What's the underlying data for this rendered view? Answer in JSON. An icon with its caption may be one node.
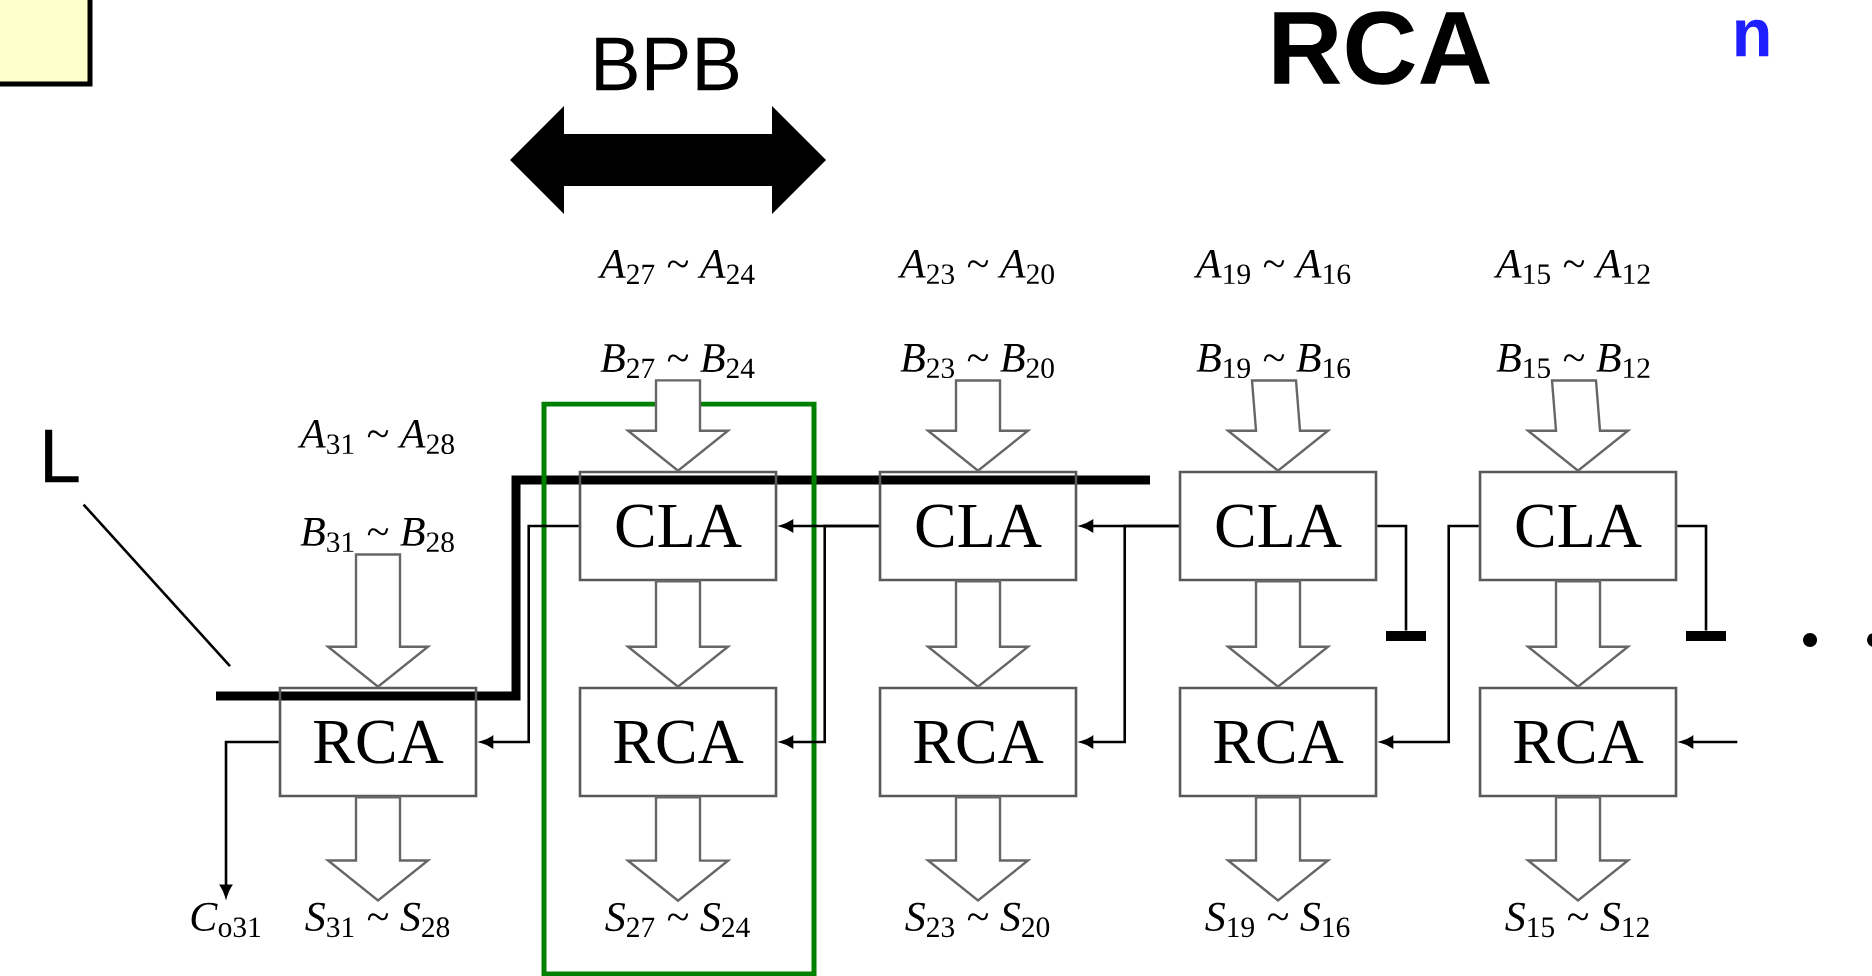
{
  "diagram": {
    "nodes": [
      {
        "text": [],
        "shape": "box"
      },
      {
        "text": [
          "*A*$_{31}$ ~ *A*$_{28}$",
          "*B*$_{31}$ ~ *B*$_{28}$"
        ]
      },
      {
        "text": [
          "*A*$_{27}$ ~ *A*$_{24}$",
          "*B*$_{27}$ ~ *B*$_{24}$"
        ]
      },
      {
        "text": [
          "*A*$_{23}$ ~ *A*$_{20}$",
          "*B*$_{23}$ ~ *B*$_{20}$"
        ]
      },
      {
        "text": [
          "*A*$_{19}$ ~ *A*$_{16}$",
          "*B*$_{19}$ ~ *B*$_{16}$"
        ]
      },
      {
        "text": [
          "*A*$_{15}$ ~ *A*$_{12}$",
          "*B*$_{15}$ ~ *B*$_{12}$"
        ]
      },
      {
        "text": [
          "CLA"
        ],
        "in": 0
      },
      {
        "text": [
          "CLA"
        ]
      },
      {
        "text": [
          "CLA"
        ]
      },
      {
        "text": [
          "CLA"
        ]
      },
      {
        "text": [],
        "shape": "bar"
      },
      {
        "text": [],
        "shape": "bar"
      },
      {
        "text": [
          "RCA"
        ]
      },
      {
        "text": [
          "RCA"
        ],
        "in": 0
      },
      {
        "text": [
          "RCA"
        ]
      },
      {
        "text": [
          "RCA"
        ]
      },
      {
        "text": [
          "RCA"
        ]
      },
      {
        "text": [
          "*C*$_{o31}$"
        ]
      },
      {
        "text": [
          "*S*$_{31}$ ~ *S*$_{28}$"
        ]
      },
      {
        "text": [
          "*S*$_{27}$ ~ *S*$_{24}$"
        ],
        "in": 0
      },
      {
        "text": [
          "*S*$_{23}$ ~ *S*$_{20}$"
        ]
      },
      {
        "text": [
          "*S*$_{19}$ ~ *S*$_{16}$"
        ]
      },
      {
        "text": [
          "*S*$_{15}$ ~ *S*$_{12}$"
        ]
      },
      {
        "text": [
          "L"
        ]
      }
    ],
    "edges": [
      {
        "from": 1,
        "to": 12,
        "arrow": "to",
        "style": "thick"
      },
      {
        "from": 2,
        "to": 6,
        "arrow": "to",
        "style": "thick"
      },
      {
        "from": 3,
        "to": 7,
        "arrow": "to",
        "style": "thick"
      },
      {
        "from": 4,
        "to": 8,
        "arrow": "to",
        "style": "thick"
      },
      {
        "from": 5,
        "to": 9,
        "arrow": "to",
        "style": "thick"
      },
      {
        "from": 6,
        "to": 13,
        "arrow": "to",
        "style": "thick"
      },
      {
        "from": 7,
        "to": 14,
        "arrow": "to",
        "style": "thick"
      },
      {
        "from": 8,
        "to": 15,
        "arrow": "to",
        "style": "thick"
      },
      {
        "from": 9,
        "to": 16,
        "arrow": "to",
        "style": "thick"
      },
      {
        "from": 12,
        "to": 18,
        "arrow": "to",
        "style": "thick"
      },
      {
        "from": 13,
        "to": 19,
        "arrow": "to",
        "style": "thick"
      },
      {
        "from": 14,
        "to": 20,
        "arrow": "to",
        "style": "thick"
      },
      {
        "from": 15,
        "to": 21,
        "arrow": "to",
        "style": "thick"
      },
      {
        "from": 16,
        "to": 22,
        "arrow": "to",
        "style": "thick"
      },
      {
        "from": 7,
        "to": 6,
        "arrow": "to"
      },
      {
        "from": 7,
        "to": 13,
        "arrow": "to"
      },
      {
        "from": 6,
        "to": 12,
        "arrow": "to"
      },
      {
        "from": 8,
        "to": 7,
        "arrow": "to"
      },
      {
        "from": 8,
        "to": 14,
        "arrow": "to"
      },
      {
        "from": 9,
        "to": 15,
        "arrow": "to"
      },
      {
        "from": 8,
        "to": 10,
        "arrow": "none"
      },
      {
        "from": 9,
        "to": 11,
        "arrow": "none"
      },
      {
        "from": null,
        "to": 16,
        "arrow": "to"
      },
      {
        "from": 12,
        "to": 17,
        "arrow": "to"
      },
      {
        "from": 23,
        "to": null,
        "arrow": "none"
      }
    ],
    "labels": [
      "BPB",
      "RCA",
      "n"
    ]
  }
}
